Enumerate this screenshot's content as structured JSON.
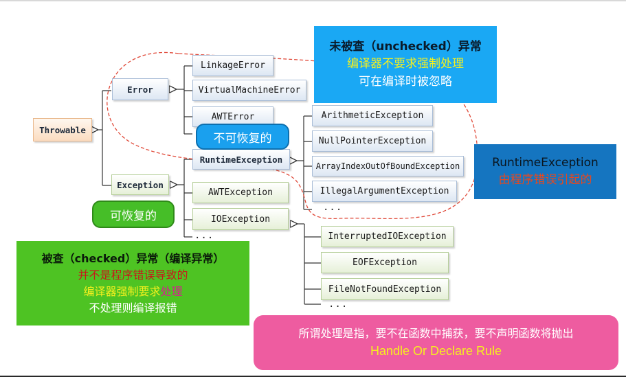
{
  "colors": {
    "unchecked_bg": "#1aa8f4",
    "runtime_bg": "#1575c0",
    "checked_bg": "#4ec323",
    "rule_bg": "#ee5ca0",
    "pill_blue": "#1aa0ee",
    "pill_green": "#46be28",
    "text_yellow": "#f5f01e",
    "text_red": "#e8481e",
    "text_dark_red": "#c61a1a",
    "text_magenta": "#d81e90",
    "dashed_outline": "#e04a3a"
  },
  "tree": {
    "root": "Throwable",
    "error": "Error",
    "exception": "Exception",
    "error_children": [
      "LinkageError",
      "VirtualMachineError",
      "AWTError"
    ],
    "exception_children": [
      "RuntimeException",
      "AWTException",
      "IOException"
    ],
    "runtime_children": [
      "ArithmeticException",
      "NullPointerException",
      "ArrayIndexOutOfBoundException",
      "IllegalArgumentException"
    ],
    "io_children": [
      "InterruptedIOException",
      "EOFException",
      "FileNotFoundException"
    ],
    "ellipsis": "..."
  },
  "labels": {
    "unrecoverable": "不可恢复的",
    "recoverable": "可恢复的"
  },
  "unchecked_box": {
    "title": "未被查（unchecked）异常",
    "line2": "编译器不要求强制处理",
    "line3": "可在编译时被忽略"
  },
  "runtime_box": {
    "title": "RuntimeException",
    "line2": "由程序错误引起的"
  },
  "checked_box": {
    "title": "被查（checked）异常（编译异常）",
    "line2": "并不是程序错误导致的",
    "line3_part1": "编译器强制要求",
    "line3_part2": "处理",
    "line4": "不处理则编译报错"
  },
  "rule_box": {
    "line1": "所谓处理是指，要不在函数中捕获，要不声明函数将抛出",
    "line2": "Handle Or Declare Rule"
  }
}
